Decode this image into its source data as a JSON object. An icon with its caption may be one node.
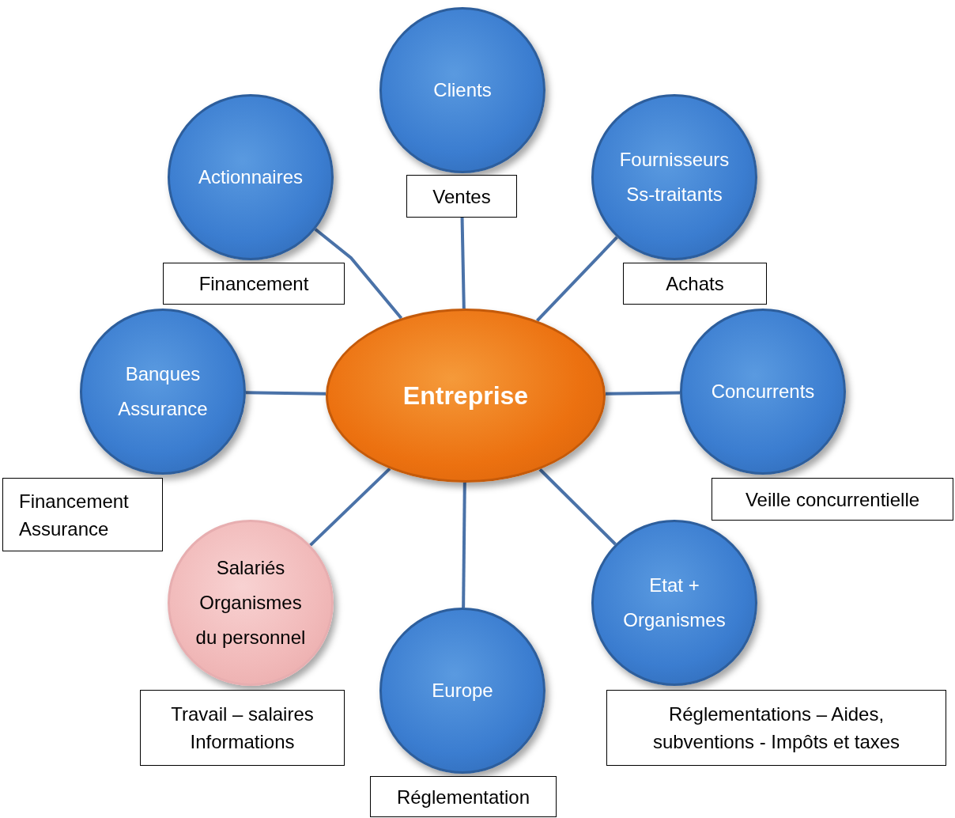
{
  "diagram": {
    "nodes": [
      {
        "text": [
          "Clients"
        ]
      },
      {
        "text": [
          "Ventes"
        ]
      },
      {
        "text": [
          "Actionnaires"
        ]
      },
      {
        "text": [
          "Fournisseurs Ss-traitants"
        ]
      },
      {
        "text": [
          "Financement"
        ]
      },
      {
        "text": [
          "Achats"
        ]
      },
      {
        "text": [
          "Banques Assurance"
        ]
      },
      {
        "text": [
          "Entreprise"
        ]
      },
      {
        "text": [
          "Concurrents"
        ]
      },
      {
        "text": [
          "Financement Assurance"
        ]
      },
      {
        "text": [
          "Veille concurrentielle"
        ]
      },
      {
        "text": [
          "Salariés Organismes du personnel"
        ]
      },
      {
        "text": [
          "Etat + Organismes"
        ]
      },
      {
        "text": [
          "Europe"
        ]
      },
      {
        "text": [
          "Travail – salaires Informations"
        ]
      },
      {
        "text": [
          "Réglementations – Aides, subventions - Impôts et taxes"
        ]
      },
      {
        "text": [
          "Réglementation"
        ]
      }
    ],
    "edges": [
      {
        "from": 7,
        "to": 1,
        "arrow": "none"
      },
      {
        "from": 7,
        "to": 2,
        "arrow": "none"
      },
      {
        "from": 7,
        "to": 3,
        "arrow": "none"
      },
      {
        "from": 7,
        "to": 6,
        "arrow": "none"
      },
      {
        "from": 7,
        "to": 8,
        "arrow": "none"
      },
      {
        "from": 7,
        "to": 11,
        "arrow": "none"
      },
      {
        "from": 7,
        "to": 12,
        "arrow": "none"
      },
      {
        "from": 7,
        "to": 13,
        "arrow": "none"
      }
    ]
  }
}
